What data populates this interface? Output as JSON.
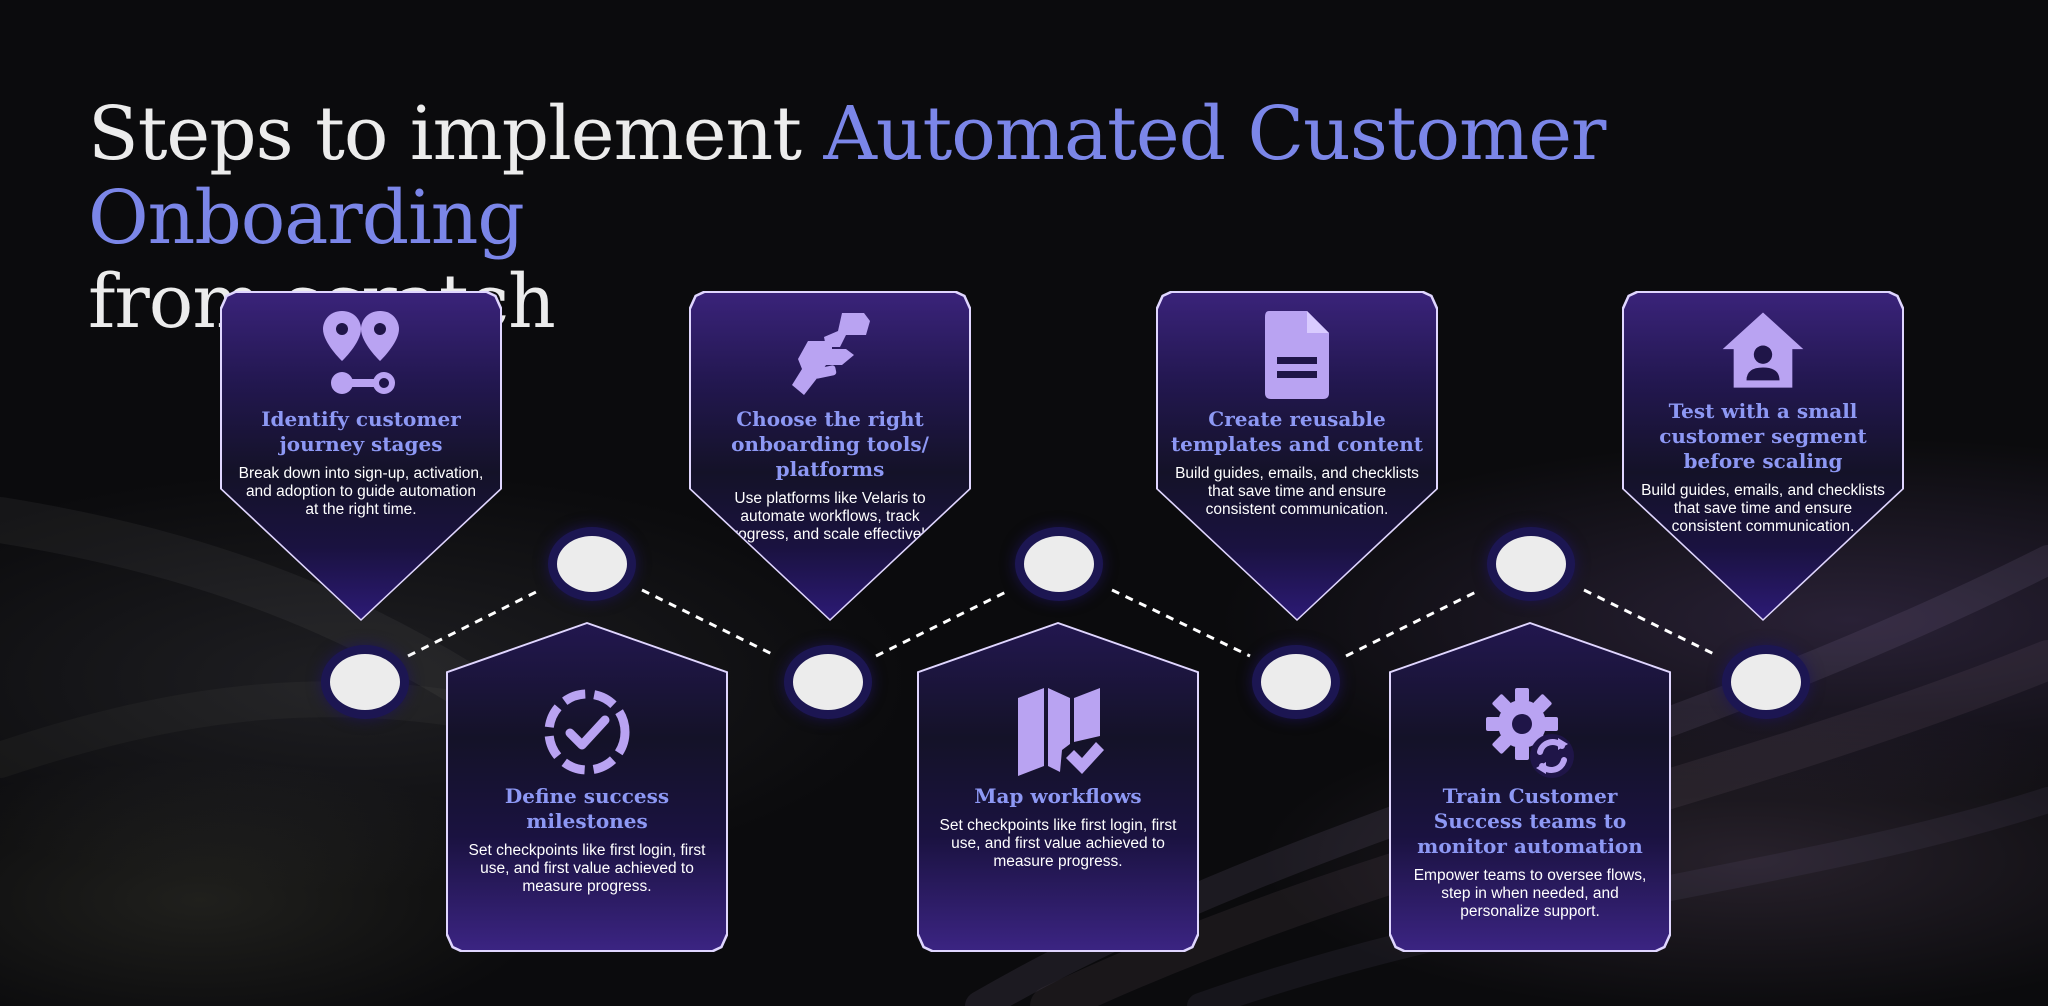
{
  "title": {
    "prefix": "Steps to implement ",
    "highlight": "Automated Customer Onboarding",
    "suffix": "from scratch"
  },
  "colors": {
    "accent": "#7b86e8",
    "card_title": "#8d98f4",
    "icon": "#b9a3f2",
    "node_fill": "#ececec",
    "node_ring": "#1c1652"
  },
  "steps": [
    {
      "icon": "map-pins-route-icon",
      "title": "Identify customer journey stages",
      "desc": "Break down into sign-up, activation, and adoption to guide automation at the right time."
    },
    {
      "icon": "circle-check-icon",
      "title": "Define success milestones",
      "desc": "Set checkpoints like first login, first use, and first value achieved to measure progress."
    },
    {
      "icon": "handshake-tool-icon",
      "title": "Choose the right onboarding tools/ platforms",
      "desc": "Use platforms like Velaris to automate workflows, track progress, and scale effectively."
    },
    {
      "icon": "map-check-icon",
      "title": "Map workflows",
      "desc": "Set checkpoints like first login, first use, and first value achieved to measure progress."
    },
    {
      "icon": "document-icon",
      "title": "Create reusable templates and content",
      "desc": "Build guides, emails, and checklists that save time and ensure consistent communication."
    },
    {
      "icon": "gear-sync-icon",
      "title": "Train Customer Success teams to monitor automation",
      "desc": "Empower teams to oversee flows, step in when needed, and personalize support."
    },
    {
      "icon": "house-user-icon",
      "title": "Test with a small customer segment before scaling",
      "desc": "Build guides, emails, and checklists that save time and ensure consistent communication."
    }
  ]
}
